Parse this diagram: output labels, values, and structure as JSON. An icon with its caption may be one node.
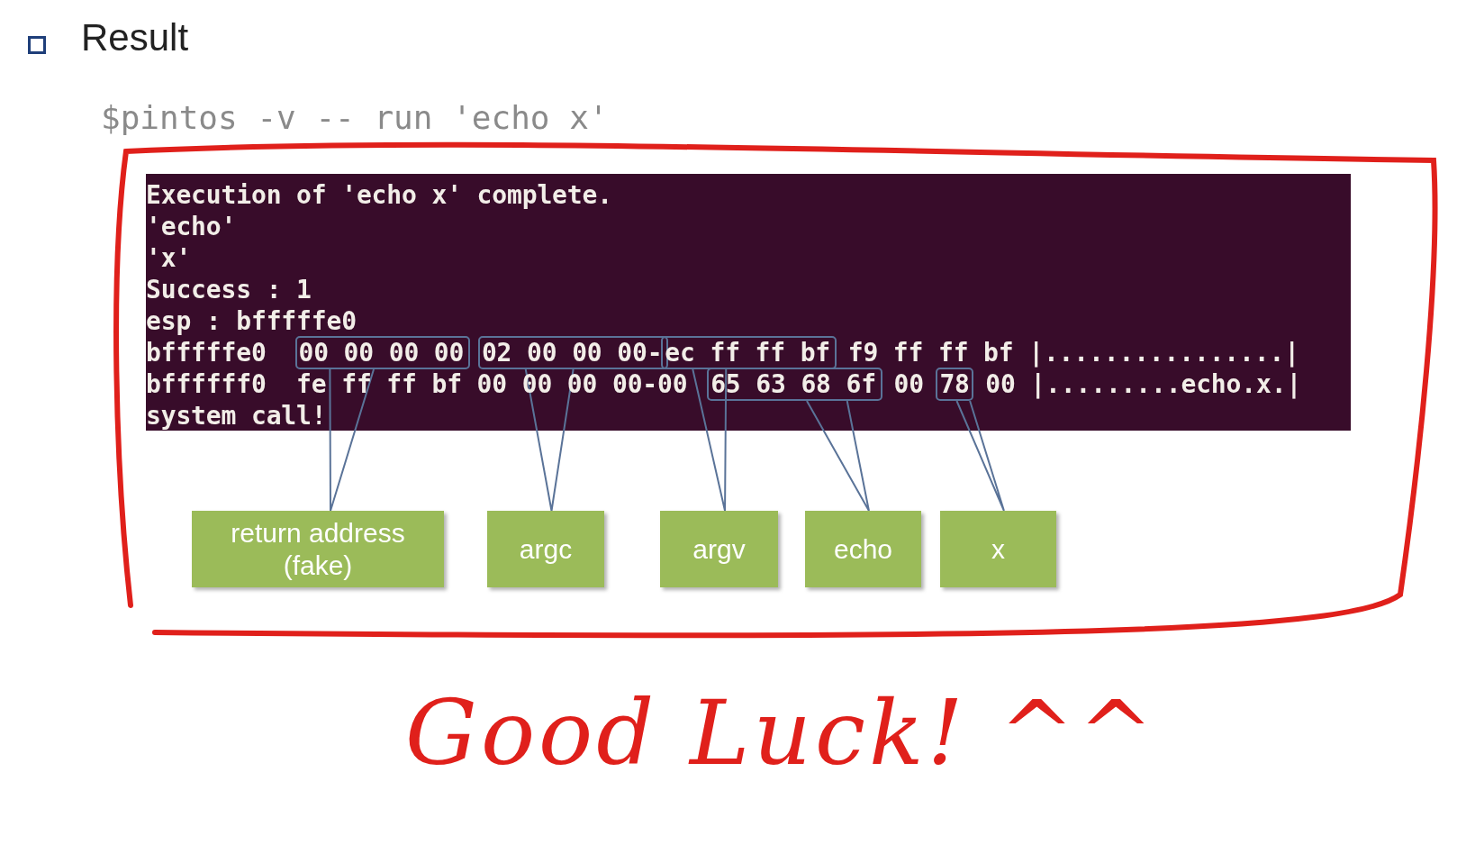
{
  "diagram": {
    "title": "Result",
    "nodes": [
      {
        "text": [
          "Execution of 'echo x' complete.",
          "'echo'",
          "'x'",
          "Success : 1",
          "esp : bfffffe0",
          "bfffffe0",
          "f9 ff ff bf |................|",
          "bffffff0  fe ff ff bf 00 00 00 00-00",
          "00",
          "00 |.........echo.x.|",
          "system call!"
        ]
      },
      {
        "text": [
          "00 00 00 00"
        ],
        "in": 0
      },
      {
        "text": [
          "02 00 00 00-"
        ],
        "in": 0
      },
      {
        "text": [
          "ec ff ff bf"
        ],
        "in": 0
      },
      {
        "text": [
          "65 63 68 6f"
        ],
        "in": 0
      },
      {
        "text": [
          "78"
        ],
        "in": 0
      },
      {
        "text": [
          "return address (fake)"
        ]
      },
      {
        "text": [
          "argc"
        ]
      },
      {
        "text": [
          "argv"
        ]
      },
      {
        "text": [
          "echo"
        ]
      },
      {
        "text": [
          "x"
        ]
      }
    ],
    "edges": [
      {
        "from": 6,
        "to": 1,
        "arrow": "none"
      },
      {
        "from": 7,
        "to": 2,
        "arrow": "none"
      },
      {
        "from": 8,
        "to": 3,
        "arrow": "none"
      },
      {
        "from": 9,
        "to": 4,
        "arrow": "none"
      },
      {
        "from": 10,
        "to": 5,
        "arrow": "none"
      }
    ],
    "labels": [
      "$pintos -v -- run 'echo x'",
      "Good Luck! ^^"
    ]
  }
}
